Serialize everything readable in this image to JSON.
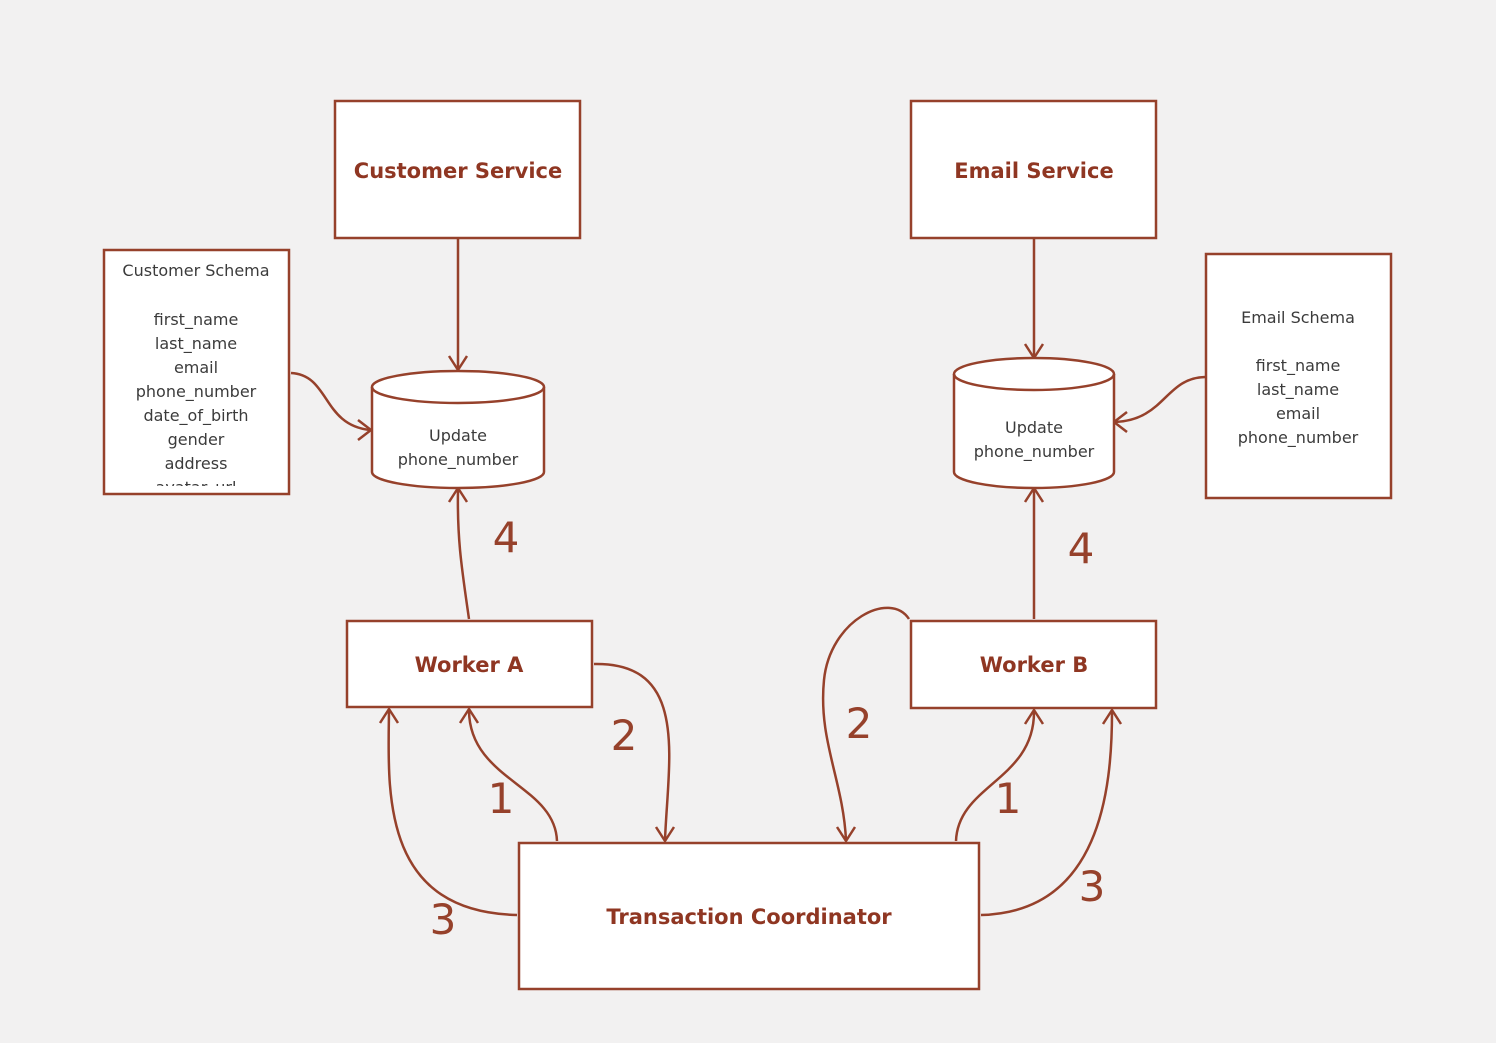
{
  "colors": {
    "accent": "#96412b",
    "title_text": "#8f3622",
    "background": "#f2f1f1",
    "box_fill": "#ffffff"
  },
  "services": {
    "customer": "Customer Service",
    "email": "Email Service"
  },
  "schemas": {
    "customer": {
      "title": "Customer Schema",
      "fields": [
        "first_name",
        "last_name",
        "email",
        "phone_number",
        "date_of_birth",
        "gender",
        "address",
        "avatar_url"
      ]
    },
    "email": {
      "title": "Email Schema",
      "fields": [
        "first_name",
        "last_name",
        "email",
        "phone_number"
      ]
    }
  },
  "databases": {
    "customer": {
      "line1": "Update",
      "line2": "phone_number"
    },
    "email": {
      "line1": "Update",
      "line2": "phone_number"
    }
  },
  "workers": {
    "a": "Worker A",
    "b": "Worker B"
  },
  "coordinator": "Transaction Coordinator",
  "steps": {
    "a_commit": "4",
    "b_commit": "4",
    "a_vote": "2",
    "b_vote": "2",
    "a_prepare": "1",
    "b_prepare": "1",
    "a_commit_request": "3",
    "b_commit_request": "3"
  }
}
